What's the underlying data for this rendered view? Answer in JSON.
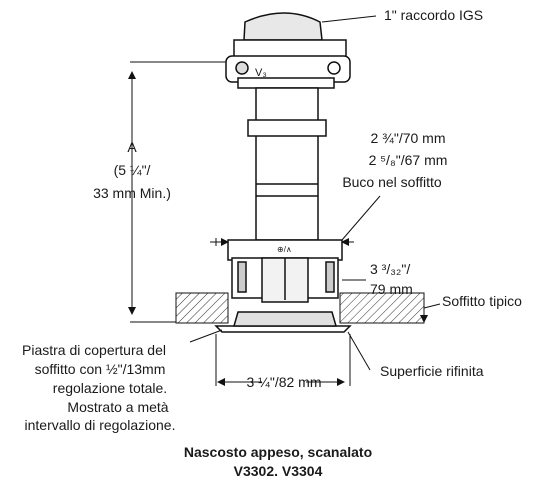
{
  "labels": {
    "coupling": "1\" raccordo IGS",
    "dim_a": "A",
    "dim_a_value": "(5 ¼\"/",
    "dim_a_min": "33 mm Min.)",
    "hole_size_1": "2 ¾\"/70 mm",
    "hole_size_2": "2 ⁵/₈\"/67 mm",
    "ceiling_hole": "Buco nel soffitto",
    "offset_1": "3 ³/₃₂\"/",
    "offset_2": "79 mm",
    "ceiling": "Soffitto tipico",
    "cover_plate_lines": [
      "Piastra di copertura del",
      "soffitto con ½\"/13mm",
      "regolazione totale.",
      "Mostrato a metà",
      "intervallo di regolazione."
    ],
    "finished_surface": "Superficie rifinita",
    "width": "3 ¼\"/82 mm"
  },
  "caption": {
    "line1": "Nascosto appeso, scanalato",
    "line2": "V3302. V3304"
  },
  "body_marks": {
    "head_code": "V₃",
    "center_mark": "⊕/∧"
  }
}
